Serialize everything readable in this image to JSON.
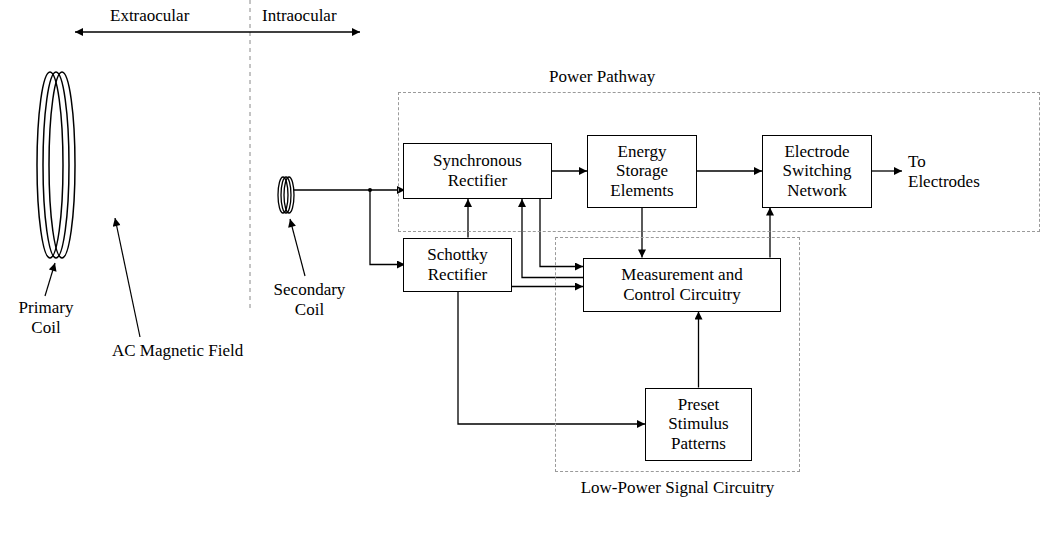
{
  "diagram": {
    "nodes": [
      {
        "text": [
          "Power Pathway"
        ]
      },
      {
        "text": [
          "Synchronous Rectifier"
        ],
        "in": 0
      },
      {
        "text": [
          "Energy Storage Elements"
        ],
        "in": 0
      },
      {
        "text": [
          "Electrode Switching Network"
        ],
        "in": 0
      },
      {
        "text": [
          "Schottky Rectifier"
        ]
      },
      {
        "text": [
          "Low-Power Signal Circuitry"
        ]
      },
      {
        "text": [
          "Measurement and Control Circuitry"
        ],
        "in": 5
      },
      {
        "text": [
          "Preset Stimulus Patterns"
        ],
        "in": 5
      }
    ],
    "edges": [
      {
        "from": 1,
        "to": 2,
        "arrow": "to"
      },
      {
        "from": 2,
        "to": 3,
        "arrow": "to"
      },
      {
        "from": 4,
        "to": 1,
        "arrow": "to"
      },
      {
        "from": 2,
        "to": 6,
        "arrow": "to"
      },
      {
        "from": 6,
        "to": 3,
        "arrow": "to"
      },
      {
        "from": 1,
        "to": 6,
        "arrow": "to"
      },
      {
        "from": 6,
        "to": 1,
        "arrow": "to"
      },
      {
        "from": 4,
        "to": 6,
        "arrow": "to"
      },
      {
        "from": 4,
        "to": 7,
        "arrow": "to"
      },
      {
        "from": 7,
        "to": 6,
        "arrow": "to"
      }
    ],
    "labels": [
      "Extraocular",
      "Intraocular",
      "Primary Coil",
      "AC Magnetic Field",
      "Secondary Coil",
      "To Electrodes"
    ]
  }
}
